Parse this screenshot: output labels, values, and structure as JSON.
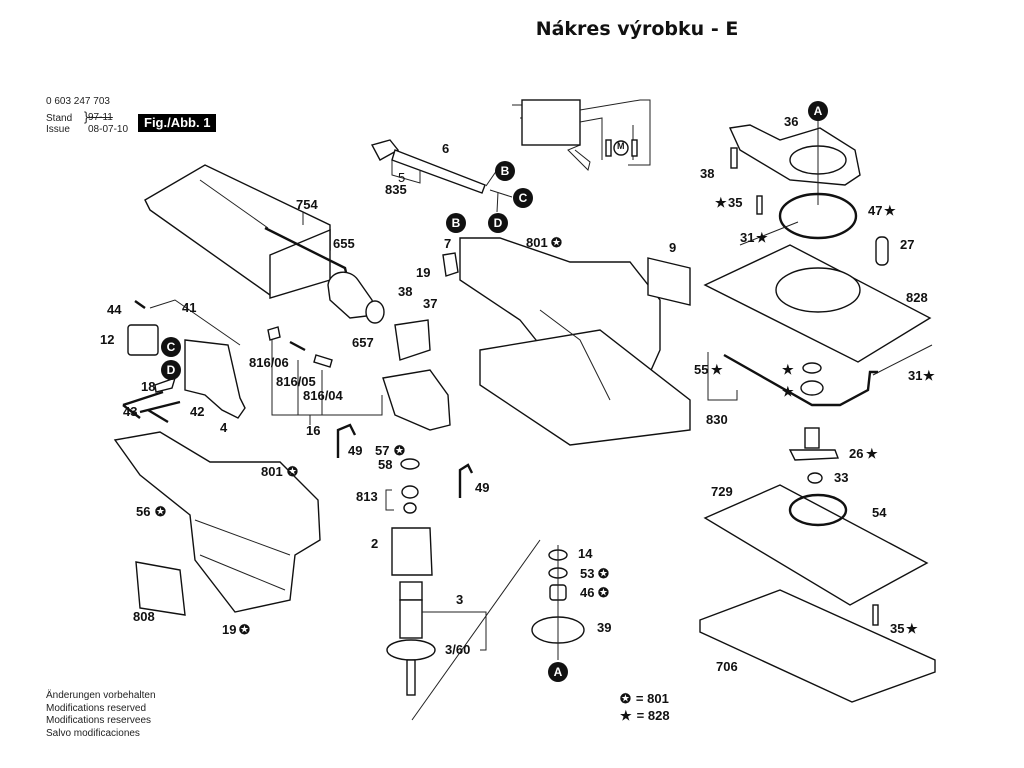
{
  "header": {
    "title": "Nákres výrobku - E",
    "part_number": "0 603 247 703",
    "stand_label": "Stand",
    "stand_value": "97-11",
    "issue_label": "Issue",
    "issue_value": "08-07-10",
    "figure_label": "Fig./Abb. 1"
  },
  "notes": [
    "Änderungen vorbehalten",
    "Modifications reserved",
    "Modifications reservees",
    "Salvo modificaciones"
  ],
  "legend": {
    "circle_star": "= 801",
    "star": "= 828"
  },
  "callouts": {
    "A": "A",
    "B": "B",
    "C": "C",
    "D": "D"
  },
  "labels": {
    "l754": "754",
    "l655": "655",
    "l657": "657",
    "l6": "6",
    "l5": "5",
    "l835": "835",
    "l44": "44",
    "l41": "41",
    "l12": "12",
    "l18": "18",
    "l43": "43",
    "l42": "42",
    "l4": "4",
    "l7": "7",
    "l19a": "19",
    "l38a": "38",
    "l37": "37",
    "l801a": "801",
    "l9": "9",
    "l816_06": "816/06",
    "l816_05": "816/05",
    "l816_04": "816/04",
    "l16": "16",
    "l49a": "49",
    "l57": "57",
    "l58": "58",
    "l49b": "49",
    "l813": "813",
    "l2": "2",
    "l3": "3",
    "l3_60": "3/60",
    "l801b": "801",
    "l56": "56",
    "l808": "808",
    "l19b": "19",
    "l14": "14",
    "l53": "53",
    "l46": "46",
    "l39": "39",
    "l36": "36",
    "l38b": "38",
    "l35a": "35",
    "l47": "47",
    "l31a": "31",
    "l27": "27",
    "l828": "828",
    "l31b": "31",
    "l55": "55",
    "l830": "830",
    "l26": "26",
    "l33": "33",
    "l729": "729",
    "l54": "54",
    "l35b": "35",
    "l706": "706",
    "motor": "M"
  }
}
